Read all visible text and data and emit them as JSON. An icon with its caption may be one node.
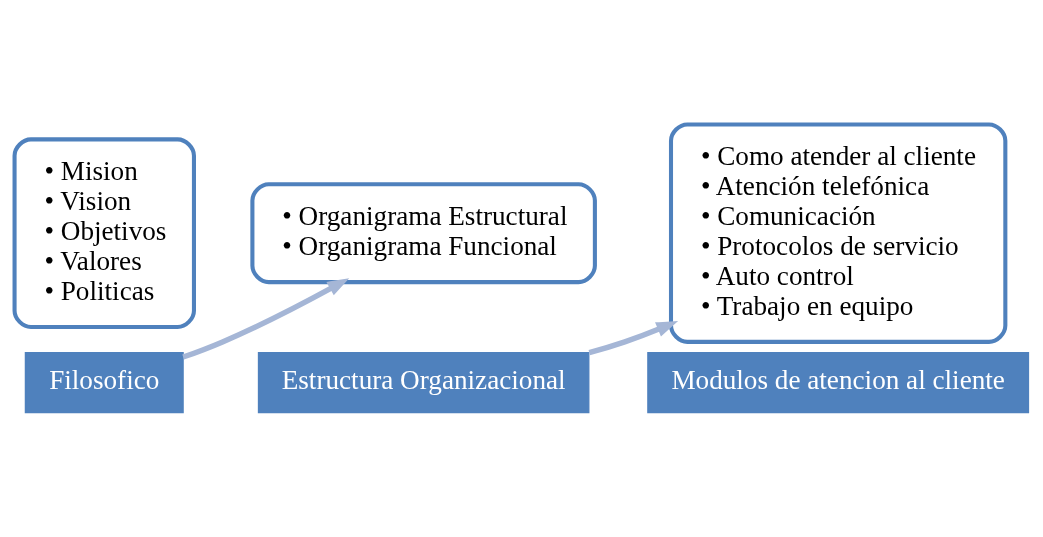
{
  "diagram": {
    "nodes": [
      {
        "text": [
          "• Mision",
          "• Vision",
          "• Objetivos",
          "• Valores",
          "• Politicas"
        ]
      },
      {
        "text": [
          "Filosofico"
        ]
      },
      {
        "text": [
          "• Organigrama Estructural",
          "• Organigrama Funcional"
        ]
      },
      {
        "text": [
          "Estructura Organizacional"
        ]
      },
      {
        "text": [
          "• Como atender al cliente",
          "• Atención telefónica",
          "• Comunicación",
          "• Protocolos de servicio",
          "• Auto control",
          "• Trabajo en equipo"
        ]
      },
      {
        "text": [
          "Modulos de atencion al cliente"
        ]
      }
    ],
    "edges": [
      {
        "from": 1,
        "to": 2,
        "arrow": "to"
      },
      {
        "from": 3,
        "to": 4,
        "arrow": "to"
      }
    ]
  }
}
